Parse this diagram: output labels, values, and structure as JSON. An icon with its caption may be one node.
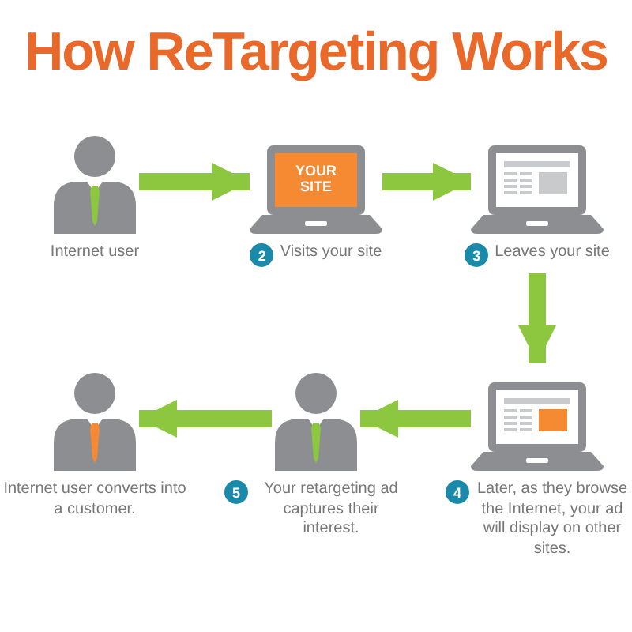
{
  "diagram": {
    "title": "How ReTargeting Works",
    "nodes": [
      {
        "text": [
          "Internet user"
        ]
      },
      {
        "text": [
          "YOUR SITE",
          "2",
          "Visits your site"
        ]
      },
      {
        "text": [
          "3",
          "Leaves your site"
        ]
      },
      {
        "text": [
          "4",
          "Later, as they browse the Internet, your ad will display on other sites."
        ]
      },
      {
        "text": [
          "5",
          "Your retargeting ad captures their interest."
        ]
      },
      {
        "text": [
          "Internet user converts into a customer."
        ]
      }
    ],
    "edges": [
      {
        "from": 0,
        "to": 1,
        "arrow": "to"
      },
      {
        "from": 1,
        "to": 2,
        "arrow": "to"
      },
      {
        "from": 2,
        "to": 3,
        "arrow": "to"
      },
      {
        "from": 3,
        "to": 4,
        "arrow": "to"
      },
      {
        "from": 4,
        "to": 5,
        "arrow": "to"
      }
    ]
  }
}
